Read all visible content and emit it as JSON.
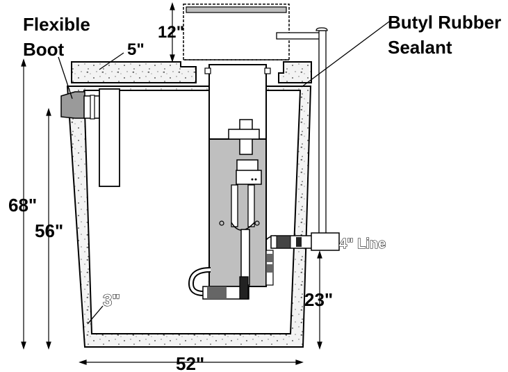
{
  "labels": {
    "flexible_boot_line1": "Flexible",
    "flexible_boot_line2": "Boot",
    "lid_thickness": "5\"",
    "riser_height": "12\"",
    "butyl_line1": "Butyl Rubber",
    "butyl_line2": "Sealant",
    "outer_height": "68\"",
    "inner_height": "56\"",
    "wall_thickness": "3\"",
    "outlet_height": "23\"",
    "width": "52\"",
    "outlet_line": "4\" Line"
  },
  "colors": {
    "line": "#000000",
    "concrete": "#f2f2f2",
    "water": "#bfbfbf",
    "boot": "#9a9a9a",
    "background": "#ffffff"
  }
}
